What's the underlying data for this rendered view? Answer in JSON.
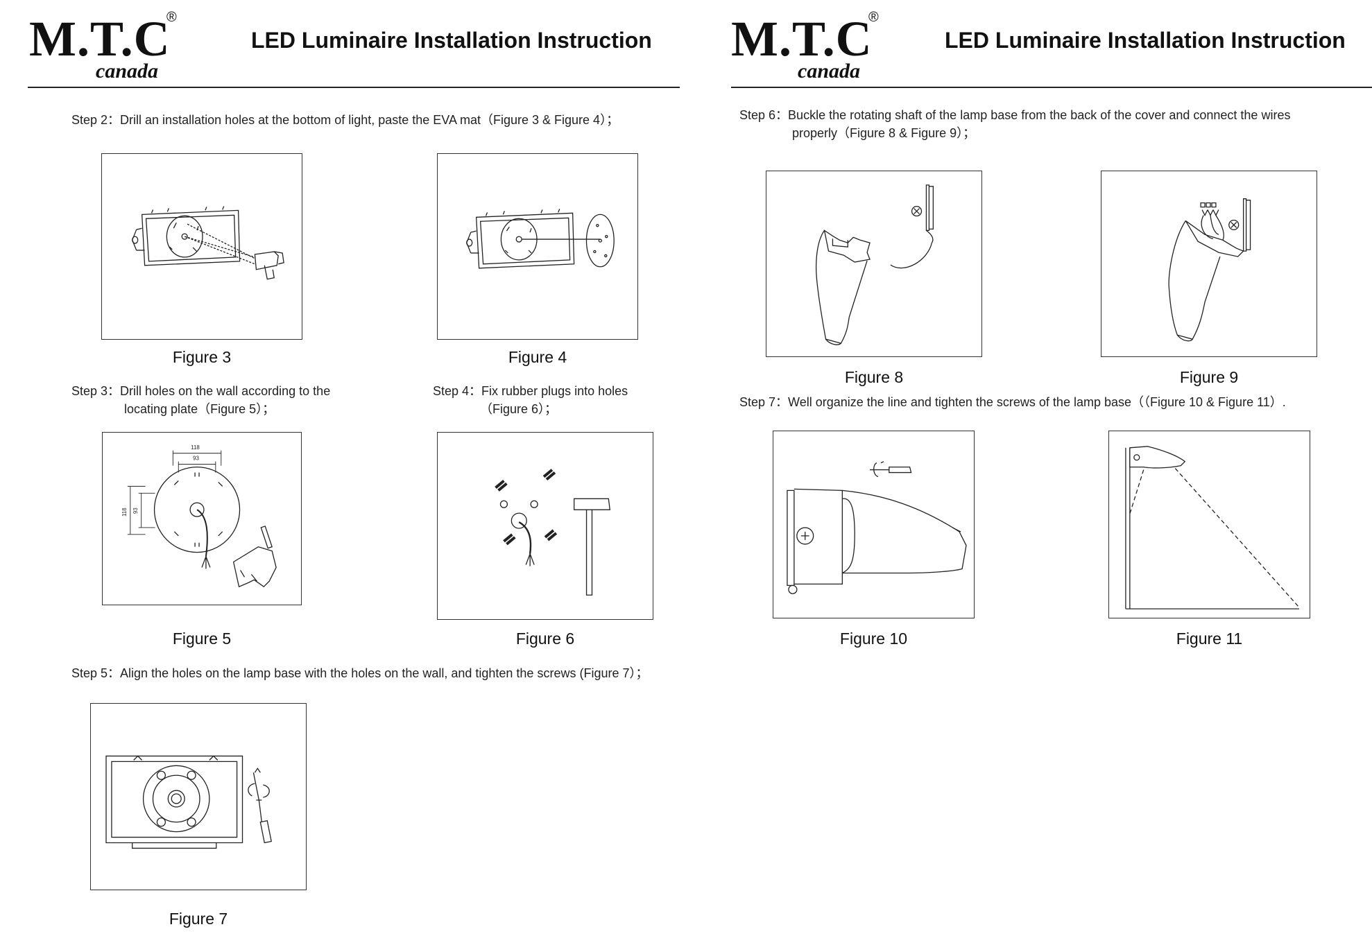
{
  "pages": [
    {
      "logo": {
        "mark": "M.T.C",
        "registered": "®",
        "sub": "canada"
      },
      "title": "LED Luminaire Installation Instruction"
    },
    {
      "logo": {
        "mark": "M.T.C",
        "registered": "®",
        "sub": "canada"
      },
      "title": "LED Luminaire Installation Instruction"
    }
  ],
  "steps": {
    "s2": {
      "label": "Step 2：",
      "text": "Drill an installation holes at the bottom of light, paste the EVA mat（Figure 3 & Figure 4）；"
    },
    "s3": {
      "label": "Step 3：",
      "line1": "Drill holes on the wall according to the",
      "line2": "locating plate（Figure 5）；"
    },
    "s4": {
      "label": "Step 4：",
      "line1": "Fix rubber plugs into holes",
      "line2": "（Figure 6）；"
    },
    "s5": {
      "label": "Step 5：",
      "text": "Align the holes on the lamp base with the holes on the wall, and tighten the screws (Figure 7）；"
    },
    "s6": {
      "label": "Step 6：",
      "line1": "Buckle the rotating shaft of the lamp base from the back of the cover and connect the wires",
      "line2": "properly（Figure 8 & Figure 9）；"
    },
    "s7": {
      "label": "Step 7：",
      "text": "Well organize the line and tighten the screws of the lamp base（（Figure 10 & Figure 11）."
    }
  },
  "figures": {
    "f3": "Figure 3",
    "f4": "Figure 4",
    "f5": "Figure 5",
    "f6": "Figure 6",
    "f7": "Figure 7",
    "f8": "Figure 8",
    "f9": "Figure 9",
    "f10": "Figure 10",
    "f11": "Figure 11"
  },
  "dimensions": {
    "outer": "118",
    "inner": "93"
  }
}
